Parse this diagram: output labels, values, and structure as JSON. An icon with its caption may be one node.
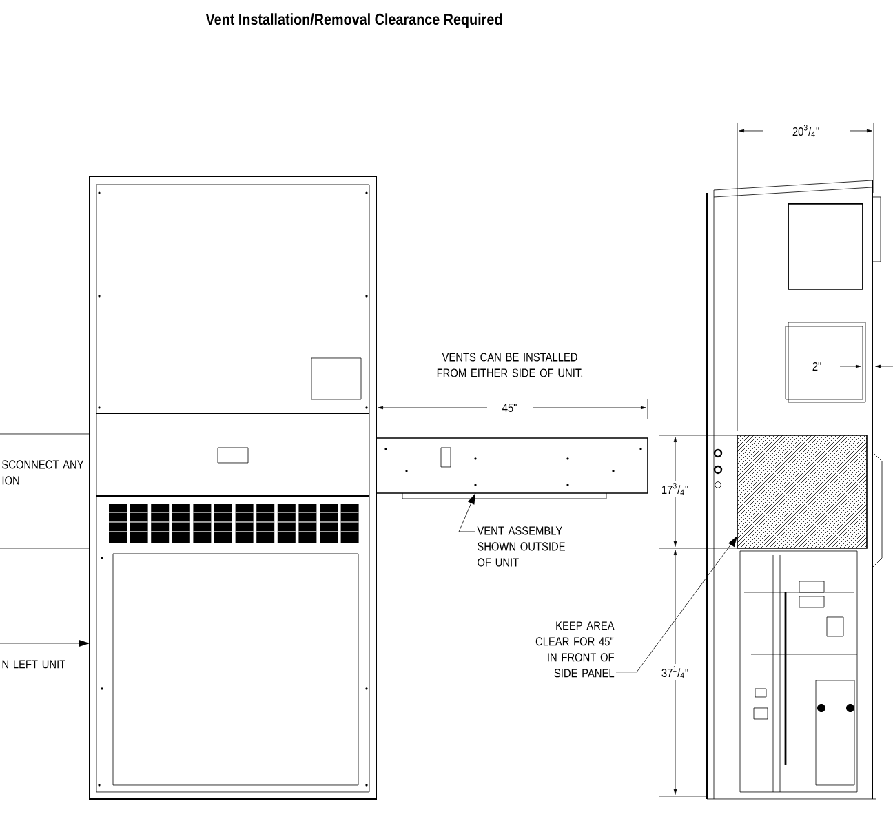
{
  "diagram": {
    "title": "Vent Installation/Removal Clearance Required",
    "nodes": [
      {
        "text": [
          "SCONNECT ANY ION"
        ]
      },
      {
        "text": [],
        "shape": "box"
      },
      {
        "text": [],
        "shape": "box"
      },
      {
        "text": [
          "VENT ASSEMBLY SHOWN OUTSIDE OF UNIT"
        ]
      },
      {
        "text": [
          "KEEP AREA CLEAR FOR 45\" IN FRONT OF SIDE PANEL"
        ]
      },
      {
        "text": [
          "N LEFT UNIT"
        ]
      }
    ],
    "edges": [
      {
        "from": 3,
        "to": 1,
        "arrow": "to"
      },
      {
        "from": 4,
        "to": 2,
        "arrow": "to"
      },
      {
        "from": 5,
        "to": null,
        "arrow": "to"
      }
    ],
    "labels": [
      "20$^{3}$/$_{4}$\"",
      "2\"",
      "VENTS CAN BE INSTALLED FROM EITHER SIDE OF UNIT.",
      "45\"",
      "17$^{3}$/$_{4}$\"",
      "37$^{1}$/$_{4}$\""
    ]
  }
}
